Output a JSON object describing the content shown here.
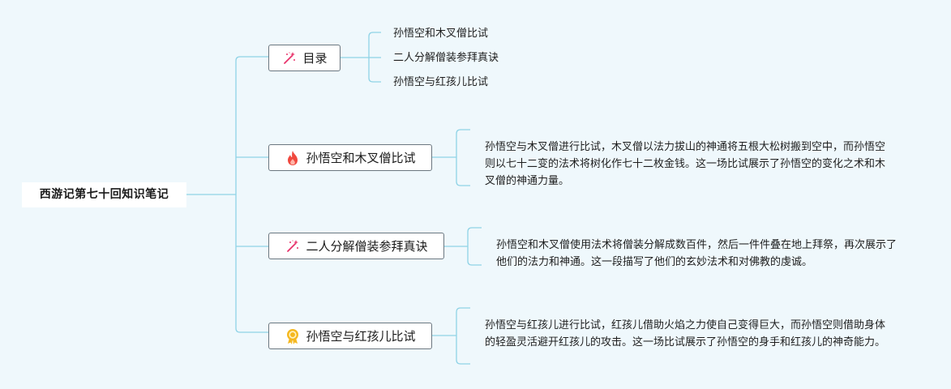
{
  "root": {
    "title": "西游记第七十回知识笔记"
  },
  "branches": [
    {
      "label": "目录",
      "icon": "sparkle-wand-icon",
      "children": [
        "孙悟空和木叉僧比试",
        "二人分解僧装参拜真诀",
        "孙悟空与红孩儿比试"
      ]
    },
    {
      "label": "孙悟空和木叉僧比试",
      "icon": "fire-icon",
      "note": "孙悟空与木叉僧进行比试，木叉僧以法力拔山的神通将五根大松树搬到空中，而孙悟空则以七十二变的法术将树化作七十二枚金钱。这一场比试展示了孙悟空的变化之术和木叉僧的神通力量。"
    },
    {
      "label": "二人分解僧装参拜真诀",
      "icon": "sparkle-wand-icon",
      "note": "孙悟空和木叉僧使用法术将僧装分解成数百件，然后一件件叠在地上拜祭，再次展示了他们的法力和神通。这一段描写了他们的玄妙法术和对佛教的虔诚。"
    },
    {
      "label": "孙悟空与红孩儿比试",
      "icon": "award-medal-icon",
      "note": "孙悟空与红孩儿进行比试，红孩儿借助火焰之力使自己变得巨大，而孙悟空则借助身体的轻盈灵活避开红孩儿的攻击。这一场比试展示了孙悟空的身手和红孩儿的神奇能力。"
    }
  ],
  "colors": {
    "background": "#eff8fc",
    "connector": "#8fd3e6",
    "fire": "#f0483e",
    "sparkle_pink": "#e8336b",
    "medal_gold": "#f5b820"
  }
}
